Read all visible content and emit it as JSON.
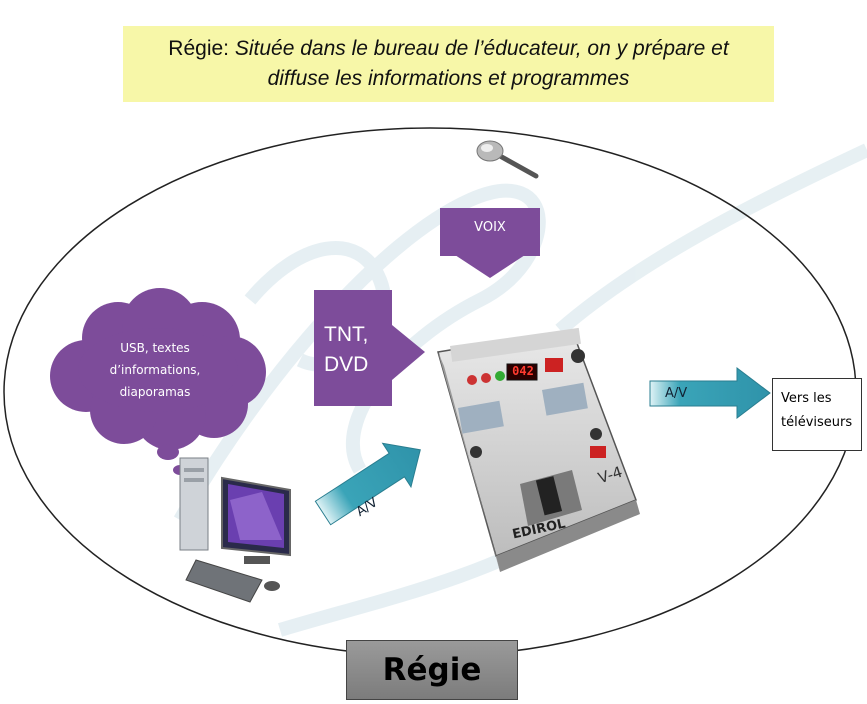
{
  "title": {
    "prefix": "Régie: ",
    "line1_italic": "Située dans le bureau de l’éducateur, on y prépare et",
    "line2_italic": "diffuse les informations et programmes"
  },
  "cloud": {
    "line1": "USB, textes",
    "line2": "d’informations,",
    "line3": "diaporamas"
  },
  "voix": {
    "label": "VOIX"
  },
  "tnt": {
    "line1": "TNT,",
    "line2": "DVD"
  },
  "arrows": {
    "av_left": "A/V",
    "av_right": "A/V"
  },
  "tv": {
    "line1": "Vers les",
    "line2": "téléviseurs"
  },
  "mixer": {
    "display": "042",
    "brand": "EDIROL",
    "model": "V-4"
  },
  "footer": {
    "label": "Régie"
  },
  "colors": {
    "banner": "#f7f7a8",
    "purple": "#7d4c9a",
    "arrow_teal": "#3aa4b8",
    "footer_gray": "#8a8a8a"
  }
}
